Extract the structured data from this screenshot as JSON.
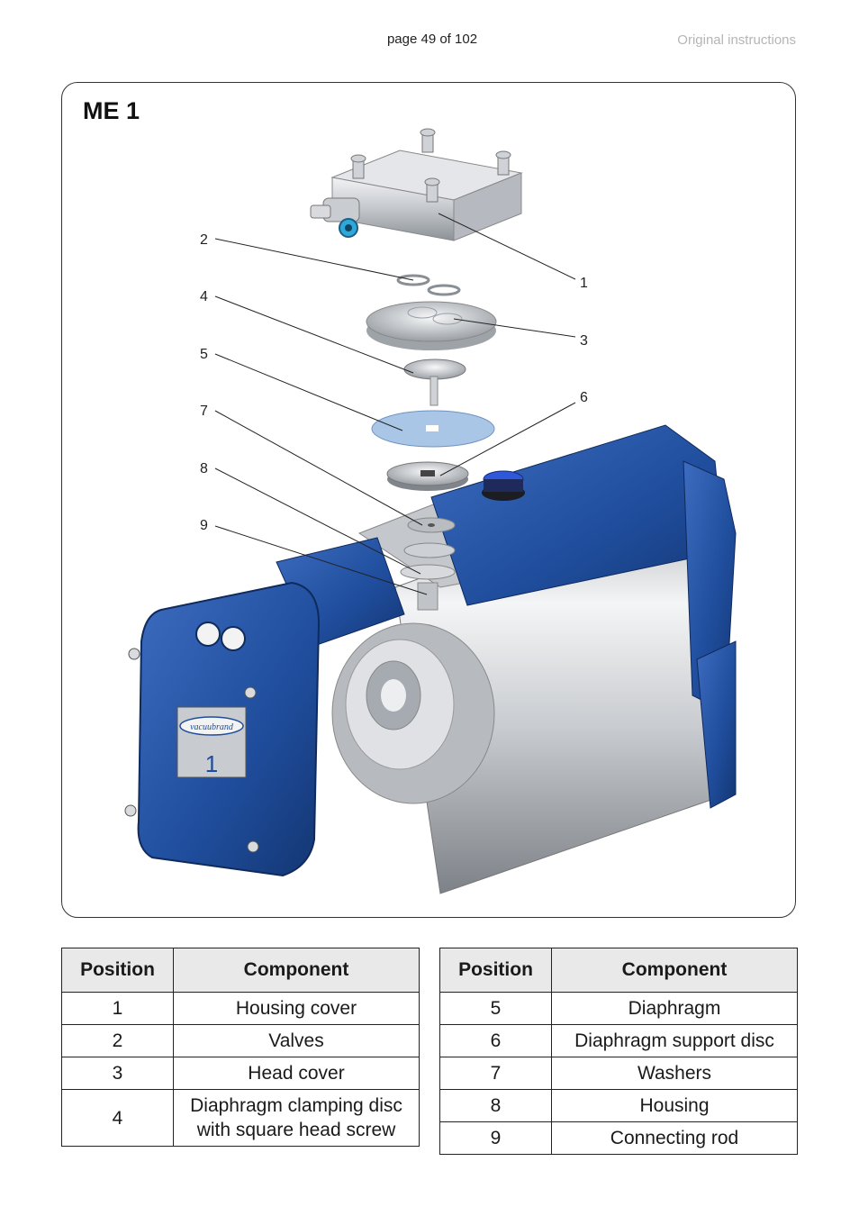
{
  "header": {
    "page_number": "page 49 of 102",
    "note": "Original instructions"
  },
  "figure": {
    "title": "ME 1",
    "brand_logo": "vacuubrand",
    "plate_number": "1",
    "callouts": [
      "1",
      "2",
      "3",
      "4",
      "5",
      "6",
      "7",
      "8",
      "9"
    ]
  },
  "tables": {
    "left": {
      "headers": [
        "Position",
        "Component"
      ],
      "rows": [
        {
          "position": "1",
          "component": "Housing cover"
        },
        {
          "position": "2",
          "component": "Valves"
        },
        {
          "position": "3",
          "component": "Head cover"
        },
        {
          "position": "4",
          "component": "Diaphragm clamping disc",
          "component_line2": "with square head screw"
        }
      ]
    },
    "right": {
      "headers": [
        "Position",
        "Component"
      ],
      "rows": [
        {
          "position": "5",
          "component": "Diaphragm"
        },
        {
          "position": "6",
          "component": "Diaphragm support disc"
        },
        {
          "position": "7",
          "component": "Washers"
        },
        {
          "position": "8",
          "component": "Housing"
        },
        {
          "position": "9",
          "component": "Connecting rod"
        }
      ]
    }
  },
  "colors": {
    "brand_blue": "#1f4d9c",
    "diaphragm_blue": "#a9c6e6",
    "metal": "#c9ccd0"
  }
}
